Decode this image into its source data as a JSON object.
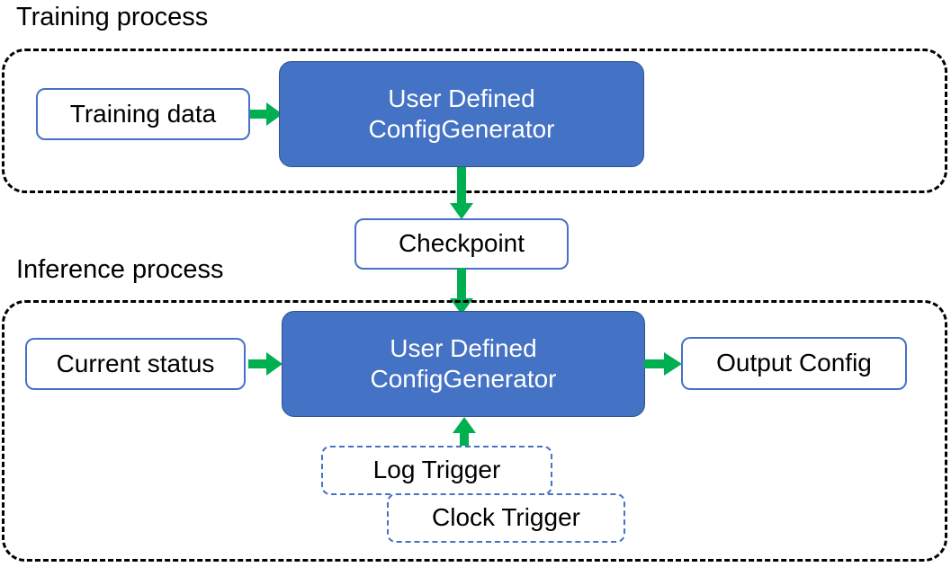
{
  "diagram": {
    "title_training": "Training process",
    "title_inference": "Inference process",
    "colors": {
      "primary_fill": "#4472C4",
      "primary_border": "#2F528F",
      "node_border": "#4472C4",
      "arrow": "#00B050",
      "group_border": "#000000",
      "text_dark": "#000000",
      "text_light": "#FFFFFF",
      "background": "#FFFFFF"
    },
    "groups": [
      {
        "name": "training-process-group",
        "label": "Training process"
      },
      {
        "name": "inference-process-group",
        "label": "Inference process"
      }
    ],
    "nodes": {
      "training_data": "Training data",
      "training_generator": "User Defined\nConfigGenerator",
      "checkpoint": "Checkpoint",
      "current_status": "Current status",
      "inference_generator": "User Defined\nConfigGenerator",
      "output_config": "Output Config",
      "log_trigger": "Log Trigger",
      "clock_trigger": "Clock Trigger"
    },
    "arrows": [
      {
        "name": "arrow-training-data-to-generator",
        "from": "Training data",
        "to": "User Defined ConfigGenerator",
        "direction": "right"
      },
      {
        "name": "arrow-generator-to-checkpoint",
        "from": "User Defined ConfigGenerator",
        "to": "Checkpoint",
        "direction": "down"
      },
      {
        "name": "arrow-checkpoint-to-inference-generator",
        "from": "Checkpoint",
        "to": "User Defined ConfigGenerator",
        "direction": "down"
      },
      {
        "name": "arrow-current-status-to-generator",
        "from": "Current status",
        "to": "User Defined ConfigGenerator",
        "direction": "right"
      },
      {
        "name": "arrow-generator-to-output-config",
        "from": "User Defined ConfigGenerator",
        "to": "Output Config",
        "direction": "right"
      },
      {
        "name": "arrow-triggers-to-generator",
        "from": "Log Trigger / Clock Trigger",
        "to": "User Defined ConfigGenerator",
        "direction": "up"
      }
    ]
  }
}
